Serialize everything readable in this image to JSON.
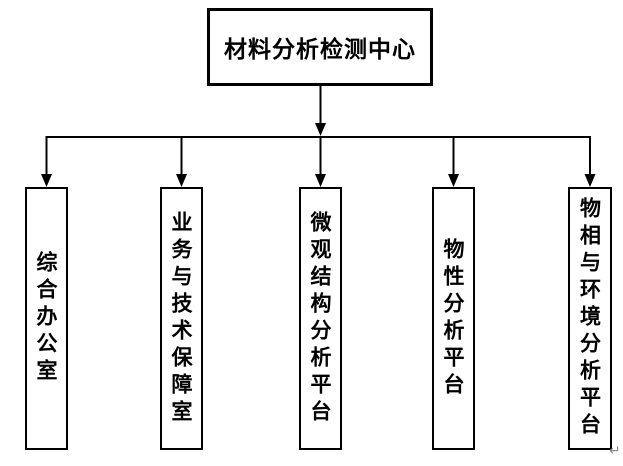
{
  "org_chart": {
    "type": "org-tree",
    "root": {
      "label": "材料分析检测中心"
    },
    "children": [
      {
        "label": "综合办公室"
      },
      {
        "label": "业务与技术保障室"
      },
      {
        "label": "微观结构分析平台"
      },
      {
        "label": "物性分析平台"
      },
      {
        "label": "物相与环境分析平台"
      }
    ],
    "colors": {
      "line": "#000000",
      "box_border": "#000000",
      "box_fill": "#ffffff",
      "text": "#000000"
    }
  },
  "annotations": {
    "paragraph_mark": "↵",
    "paragraph_mark_color": "#8a8a8a"
  }
}
